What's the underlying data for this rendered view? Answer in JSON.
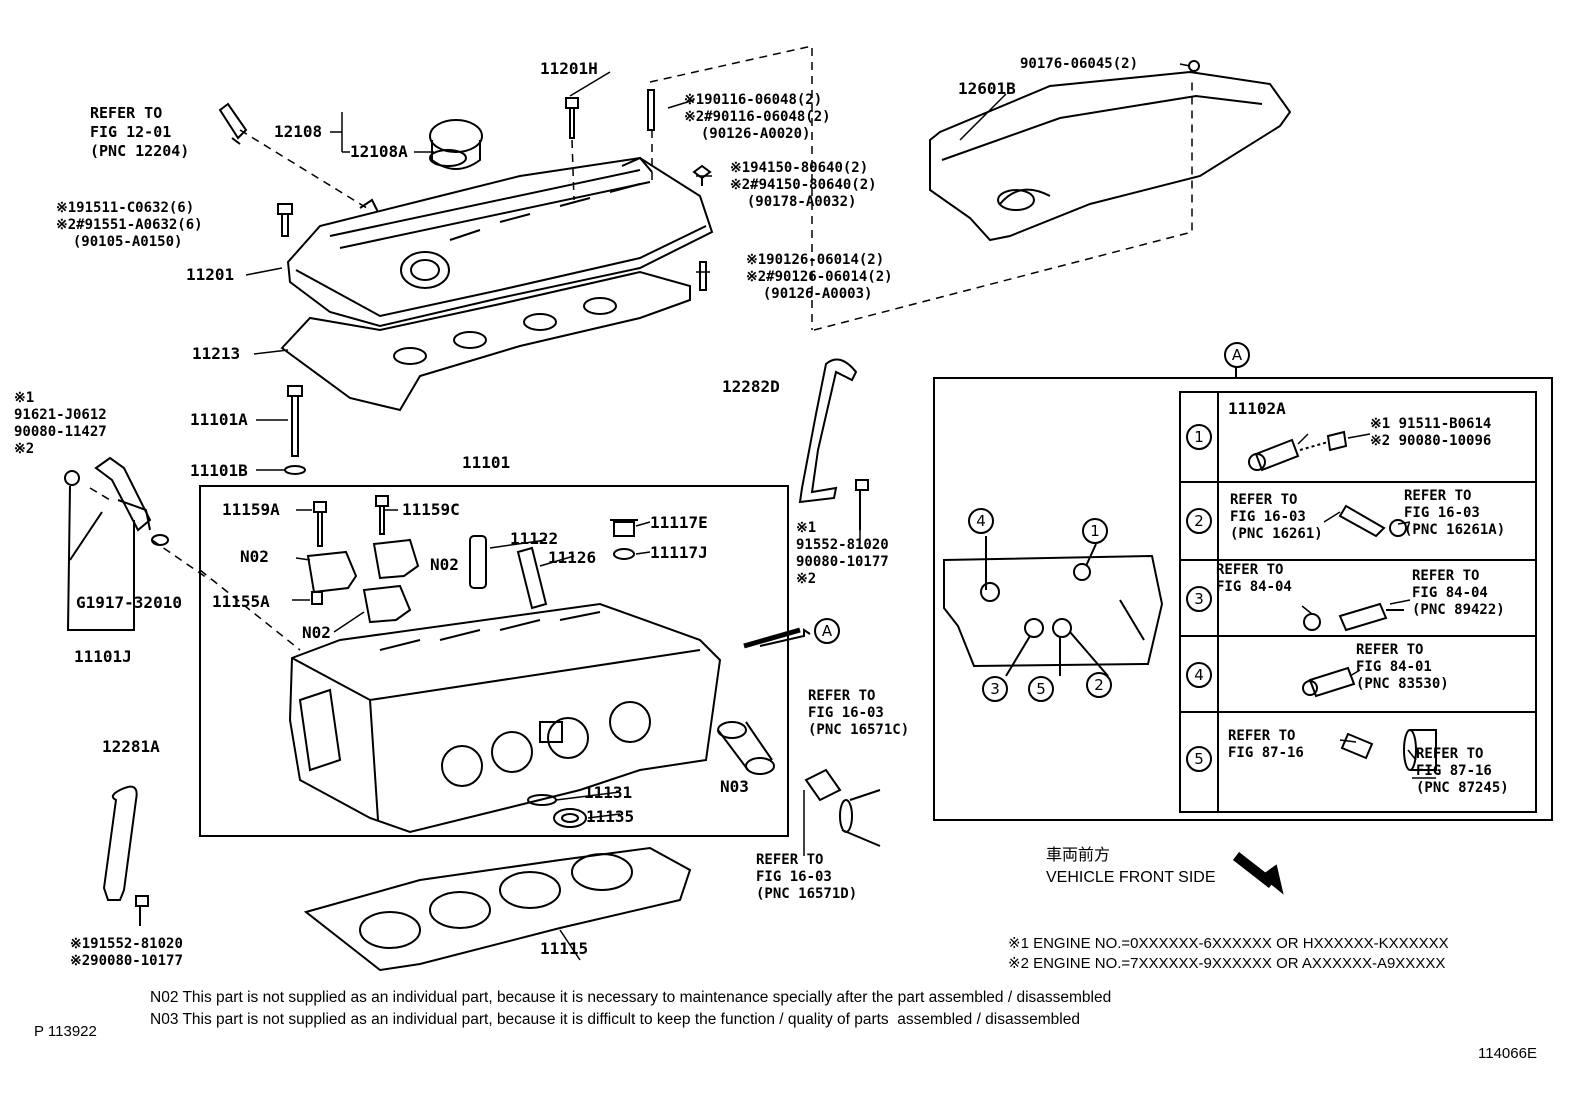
{
  "parts": {
    "p11201H": "11201H",
    "p12108": "12108",
    "p12108A": "12108A",
    "p11201": "11201",
    "p11213": "11213",
    "p11101A": "11101A",
    "p11101B": "11101B",
    "p11101": "11101",
    "p11159A": "11159A",
    "p11159C": "11159C",
    "p11122": "11122",
    "p11117E": "11117E",
    "p11117J": "11117J",
    "p11126": "11126",
    "n02a": "N02",
    "n02b": "N02",
    "n02c": "N02",
    "p11155A": "11155A",
    "p11131": "11131",
    "p11135": "11135",
    "n03": "N03",
    "p11115": "11115",
    "p12281A": "12281A",
    "p11101J": "11101J",
    "g1917": "G1917-32010",
    "p12282D": "12282D",
    "p12601B": "12601B",
    "p90176": "90176-06045(2)",
    "p11102A": "11102A"
  },
  "refs": {
    "r12204": "REFER TO\nFIG 12-01\n(PNC 12204)",
    "r91511": "※191511-C0632(6)\n※2#91551-A0632(6)\n  (90105-A0150)",
    "r90116": "※190116-06048(2)\n※2#90116-06048(2)\n  (90126-A0020)",
    "r94150": "※194150-80640(2)\n※2#94150-80640(2)\n  (90178-A0032)",
    "r90126": "※190126-06014(2)\n※2#90126-06014(2)\n  (90126-A0003)",
    "r91621": "※1\n91621-J0612\n90080-11427\n※2",
    "r91552a": "※1\n91552-81020\n90080-10177\n※2",
    "r91552b": "※191552-81020\n※290080-10177",
    "r16571C": "REFER TO\nFIG 16-03\n(PNC 16571C)",
    "r16571D": "REFER TO\nFIG 16-03\n(PNC 16571D)"
  },
  "detail": {
    "callout": "A",
    "row1_b": "※1 91511-B0614\n※2 90080-10096",
    "row2_left": "REFER TO\nFIG 16-03\n(PNC 16261)",
    "row2_right": "REFER TO\nFIG 16-03\n(PNC 16261A)",
    "row3_left": "REFER TO\nFIG 84-04",
    "row3_right": "REFER TO\nFIG 84-04\n(PNC 89422)",
    "row4": "REFER TO\nFIG 84-01\n(PNC 83530)",
    "row5_left": "REFER TO\nFIG 87-16",
    "row5_right": "REFER TO\nFIG 87-16\n(PNC 87245)",
    "n1": "1",
    "n2": "2",
    "n3": "3",
    "n4": "4",
    "n5": "5"
  },
  "front": {
    "jp": "車両前方",
    "en": "VEHICLE FRONT SIDE"
  },
  "engine_notes": {
    "e1": "※1 ENGINE NO.=0XXXXXX-6XXXXXX OR HXXXXXX-KXXXXXX",
    "e2": "※2 ENGINE NO.=7XXXXXX-9XXXXXX OR AXXXXXX-A9XXXXX"
  },
  "notes": {
    "n02": "N02 This part is not supplied as an individual part, because it is necessary to maintenance specially after the part assembled / disassembled",
    "n03": "N03 This part is not supplied as an individual part, because it is difficult to keep the function / quality of parts  assembled / disassembled"
  },
  "codes": {
    "p": "P 113922",
    "fig": "114066E"
  }
}
